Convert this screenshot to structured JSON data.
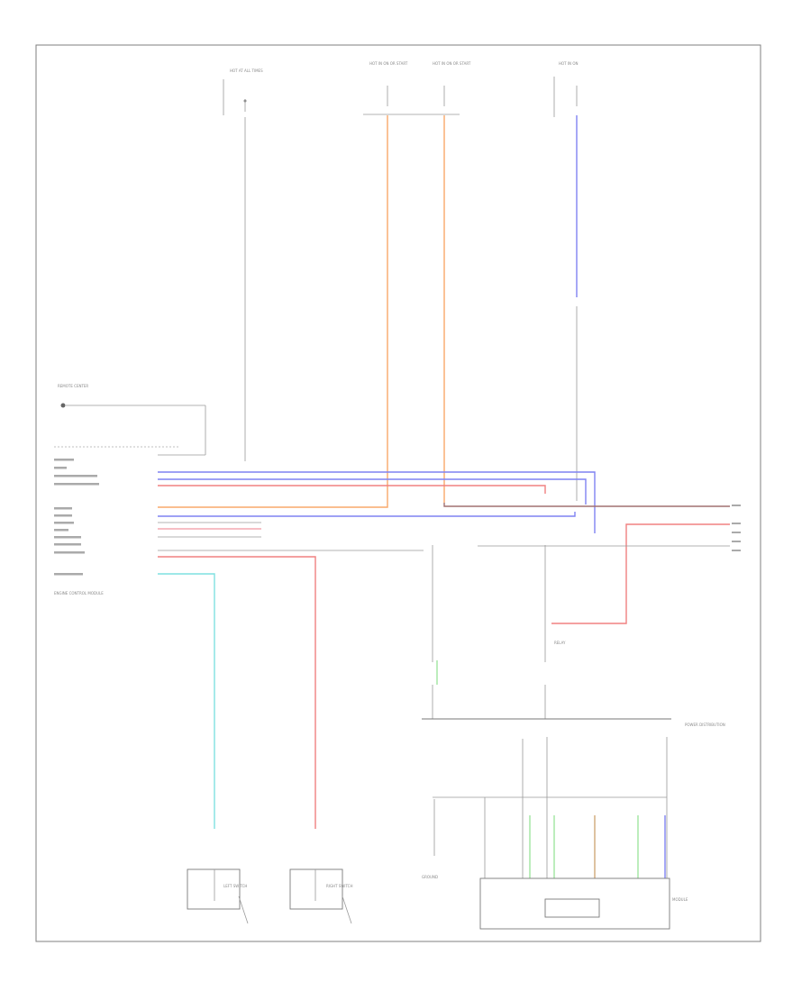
{
  "diagram": {
    "footer_code": "",
    "labels": {
      "fuse_top_left": "HOT AT ALL TIMES",
      "fuse_top_mid_a": "HOT IN ON OR START",
      "fuse_top_mid_b": "HOT IN ON OR START",
      "fuse_top_right": "HOT IN ON",
      "ground_ref": "REMOTE CENTER",
      "module_left": "ENGINE CONTROL MODULE",
      "switch_left": "LEFT SWITCH",
      "switch_right": "RIGHT SWITCH",
      "right_block": "POWER DISTRIBUTION",
      "bottom_module": "MODULE",
      "bottom_module_box": "",
      "bottom_ground": "GROUND",
      "relay_label": "RELAY"
    }
  },
  "colors": {
    "frame": "#7f7f7f",
    "orange_wire": "#f9a86a",
    "blue_wire": "#7f82f2",
    "red_wire": "#f08080",
    "pink_wire": "#f4a8b0",
    "cyan_wire": "#7fe0e0",
    "green_wire": "#9fe59f",
    "brown_wire": "#d0a878",
    "gray_wire": "#9a9a9a"
  }
}
